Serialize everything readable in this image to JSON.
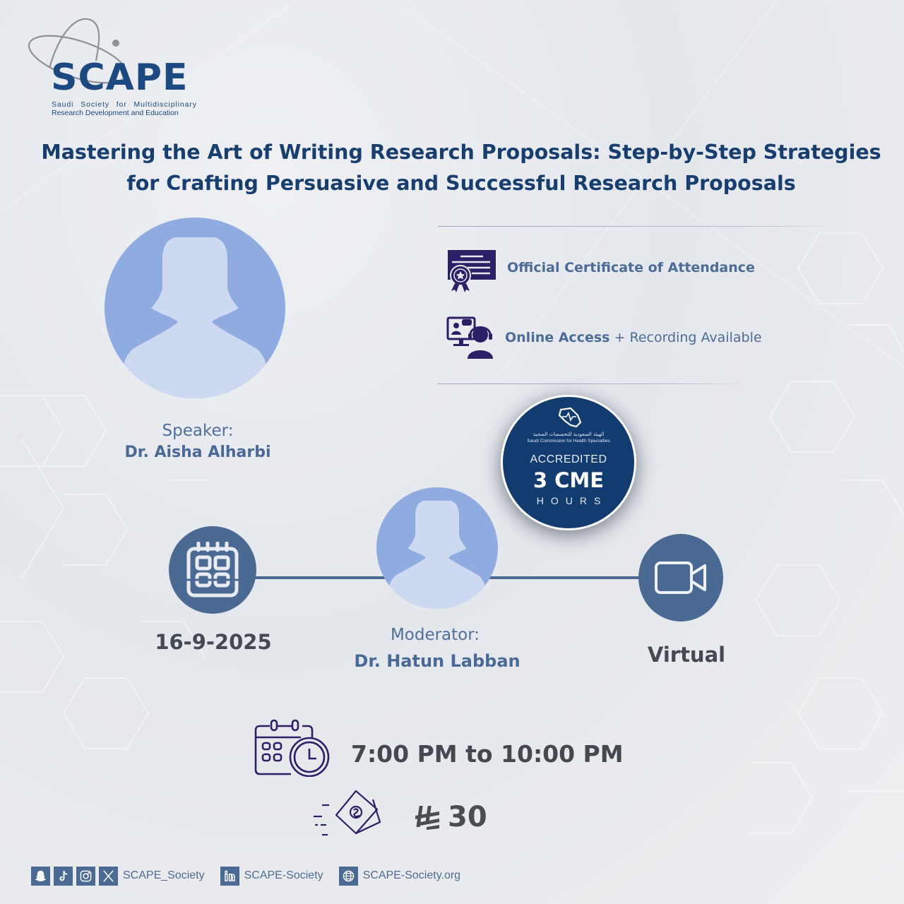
{
  "org": {
    "logo_text": "SCAPE",
    "subtitle_line1": "Saudi Society for Multidisciplinary",
    "subtitle_line2": "Research Development and Education"
  },
  "event": {
    "title_line1": "Mastering the Art of Writing Research Proposals: Step-by-Step Strategies",
    "title_line2": "for Crafting Persuasive and Successful Research Proposals"
  },
  "speaker": {
    "role": "Speaker:",
    "name": "Dr. Aisha Alharbi",
    "avatar_icon": "female-avatar-icon"
  },
  "moderator": {
    "role": "Moderator:",
    "name": "Dr. Hatun Labban",
    "avatar_icon": "female-avatar-icon"
  },
  "features": [
    {
      "icon": "certificate-icon",
      "text": "Official Certificate of Attendance"
    },
    {
      "icon": "online-meeting-icon",
      "bold": "Online Access",
      "rest": " + Recording Available"
    }
  ],
  "accreditation": {
    "org_ar": "الهيئة السعودية للتخصصات الصحية",
    "org_en": "Saudi Commission for Health Specialties",
    "accredited": "ACCREDITED",
    "cme": "3 CME",
    "hours": "HOURS"
  },
  "details": {
    "date": "16-9-2025",
    "venue": "Virtual",
    "time": "7:00 PM to 10:00 PM",
    "price_value": "30",
    "currency_icon": "saudi-riyal-icon"
  },
  "footer": {
    "social_icons": [
      "snapchat-icon",
      "tiktok-icon",
      "instagram-icon",
      "x-icon"
    ],
    "social_handle": "SCAPE_Society",
    "linkedin_handle": "SCAPE-Society",
    "website": "SCAPE-Society.org"
  },
  "colors": {
    "title_navy": "#173e6e",
    "accent_blue": "#4a6a94",
    "avatar_blue": "#8fabe0",
    "avatar_light": "#ccd9f1",
    "badge_navy": "#123b70",
    "icon_purple": "#2c1f66",
    "text_dark": "#45494f"
  }
}
